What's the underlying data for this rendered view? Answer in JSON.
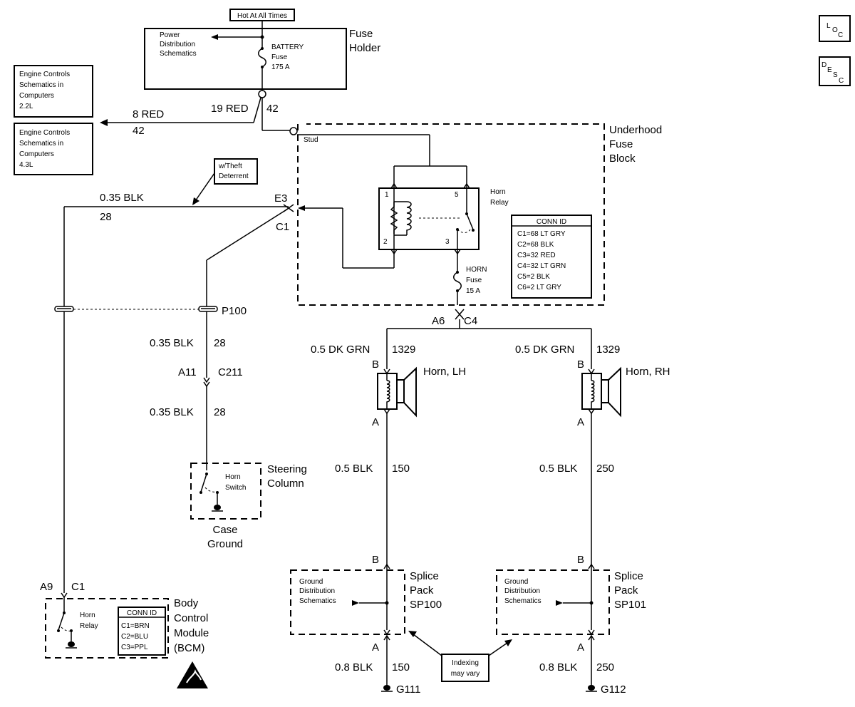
{
  "top_label": "Hot At All Times",
  "fuse_holder": {
    "title_line1": "Fuse",
    "title_line2": "Holder",
    "power_dist": [
      "Power",
      "Distribution",
      "Schematics"
    ],
    "fuse_name": "BATTERY",
    "fuse_word": "Fuse",
    "fuse_rating": "175 A"
  },
  "engine_controls_22": [
    "Engine Controls",
    "Schematics in",
    "Computers",
    "2.2L"
  ],
  "engine_controls_43": [
    "Engine Controls",
    "Schematics in",
    "Computers",
    "4.3L"
  ],
  "wires": {
    "red8": "8 RED",
    "red8_circuit": "42",
    "red19": "19 RED",
    "red19_circuit": "42",
    "blk035_top": "0.35 BLK",
    "blk035_top_circuit": "28",
    "blk035_mid": "0.35 BLK",
    "blk035_mid_circuit": "28",
    "blk035_low": "0.35 BLK",
    "blk035_low_circuit": "28",
    "dkgrn_lh": "0.5 DK GRN",
    "dkgrn_lh_circuit": "1329",
    "dkgrn_rh": "0.5 DK GRN",
    "dkgrn_rh_circuit": "1329",
    "blk05_lh": "0.5 BLK",
    "blk05_lh_circuit": "150",
    "blk05_rh": "0.5 BLK",
    "blk05_rh_circuit": "250",
    "blk08_lh": "0.8 BLK",
    "blk08_lh_circuit": "150",
    "blk08_rh": "0.8 BLK",
    "blk08_rh_circuit": "250"
  },
  "theft_note": [
    "w/Theft",
    "Deterrent"
  ],
  "underhood": {
    "title": [
      "Underhood",
      "Fuse",
      "Block"
    ],
    "stud": "Stud",
    "pin_e3": "E3",
    "pin_c1": "C1",
    "pin_a6": "A6",
    "pin_c4": "C4",
    "relay_label": [
      "Horn",
      "Relay"
    ],
    "relay_pins": [
      "1",
      "5",
      "2",
      "3"
    ],
    "horn_fuse": [
      "HORN",
      "Fuse",
      "15 A"
    ],
    "conn_id_title": "CONN ID",
    "conn_ids": [
      "C1=68 LT GRY",
      "C2=68 BLK",
      "C3=32 RED",
      "C4=32 LT GRN",
      "C5=2 BLK",
      "C6=2 LT GRY"
    ]
  },
  "p100": "P100",
  "c211": {
    "pin_a": "A11",
    "conn": "C211"
  },
  "steering": {
    "title": [
      "Steering",
      "Column"
    ],
    "switch_label": [
      "Horn",
      "Switch"
    ],
    "case_ground": [
      "Case",
      "Ground"
    ]
  },
  "horn_lh": {
    "label": "Horn, LH",
    "pin_b": "B",
    "pin_a": "A"
  },
  "horn_rh": {
    "label": "Horn, RH",
    "pin_b": "B",
    "pin_a": "A"
  },
  "splice_lh": {
    "title": [
      "Splice",
      "Pack",
      "SP100"
    ],
    "ground_dist": [
      "Ground",
      "Distribution",
      "Schematics"
    ],
    "pin_b": "B",
    "pin_a": "A"
  },
  "splice_rh": {
    "title": [
      "Splice",
      "Pack",
      "SP101"
    ],
    "ground_dist": [
      "Ground",
      "Distribution",
      "Schematics"
    ],
    "pin_b": "B",
    "pin_a": "A"
  },
  "indexing": [
    "Indexing",
    "may vary"
  ],
  "grounds": {
    "lh": "G111",
    "rh": "G112"
  },
  "bcm": {
    "pin_a9": "A9",
    "pin_c1": "C1",
    "title": [
      "Body",
      "Control",
      "Module",
      "(BCM)"
    ],
    "relay_label": [
      "Horn",
      "Relay"
    ],
    "conn_id_title": "CONN ID",
    "conn_ids": [
      "C1=BRN",
      "C2=BLU",
      "C3=PPL"
    ]
  },
  "nav": {
    "loc": {
      "l1": "L",
      "l2": "O",
      "l3": "C"
    },
    "desc": {
      "l1": "D",
      "l2": "E",
      "l3": "S",
      "l4": "C"
    }
  }
}
